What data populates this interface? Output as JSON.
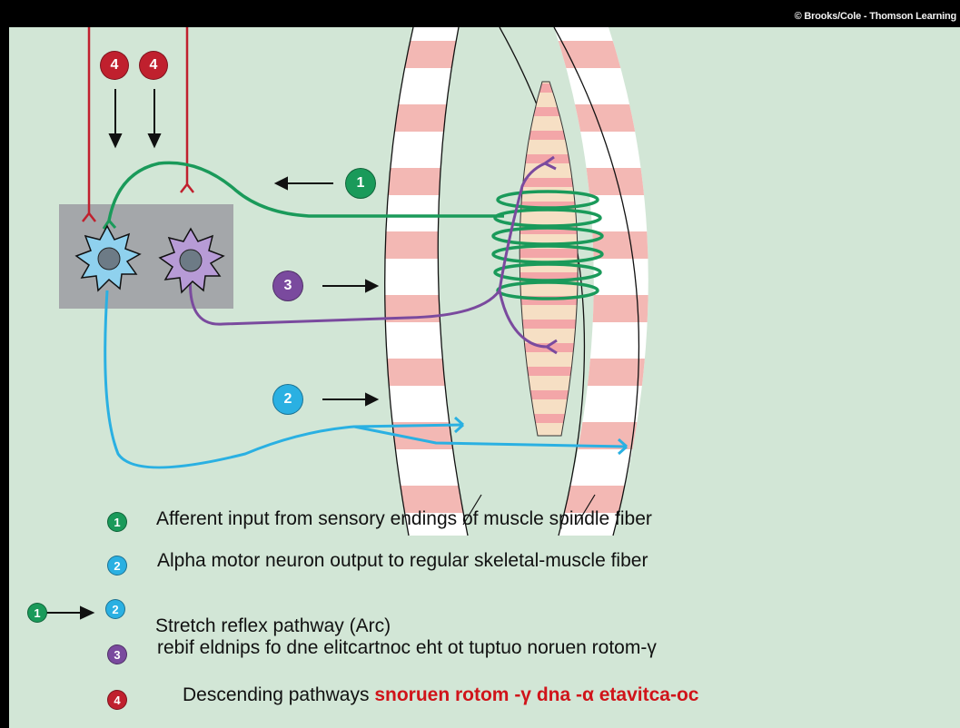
{
  "copyright": "© Brooks/Cole - Thomson Learning",
  "colors": {
    "background": "#d2e6d6",
    "afferent": "#1a9a5a",
    "alpha": "#2ab0e2",
    "gamma": "#7a4a9e",
    "descending": "#c0202e",
    "muscle_stripe": "#f3b8b4",
    "emphasis": "#d0141a"
  },
  "diagram": {
    "badges": [
      {
        "id": "descending-1",
        "number": "4"
      },
      {
        "id": "descending-2",
        "number": "4"
      },
      {
        "id": "afferent",
        "number": "1"
      },
      {
        "id": "gamma",
        "number": "3"
      },
      {
        "id": "alpha",
        "number": "2"
      }
    ]
  },
  "legend": {
    "items": [
      {
        "number": "1",
        "color": "green",
        "text": "Afferent input from sensory endings of muscle spindle fiber"
      },
      {
        "number": "2",
        "color": "blue",
        "text": "Alpha motor neuron output to regular skeletal-muscle fiber"
      },
      {
        "numbers": [
          "1",
          "2"
        ],
        "text": "Stretch reflex pathway (Arc)"
      },
      {
        "number": "3",
        "color": "purple",
        "text": "rebif eldnips fo dne elitcartnoc eht ot tuptuo noruen rotom-γ"
      },
      {
        "number": "4",
        "color": "red",
        "text": "Descending pathways",
        "emphasis": "snoruen rotom -γ dna -α etavitca-oc"
      }
    ]
  }
}
